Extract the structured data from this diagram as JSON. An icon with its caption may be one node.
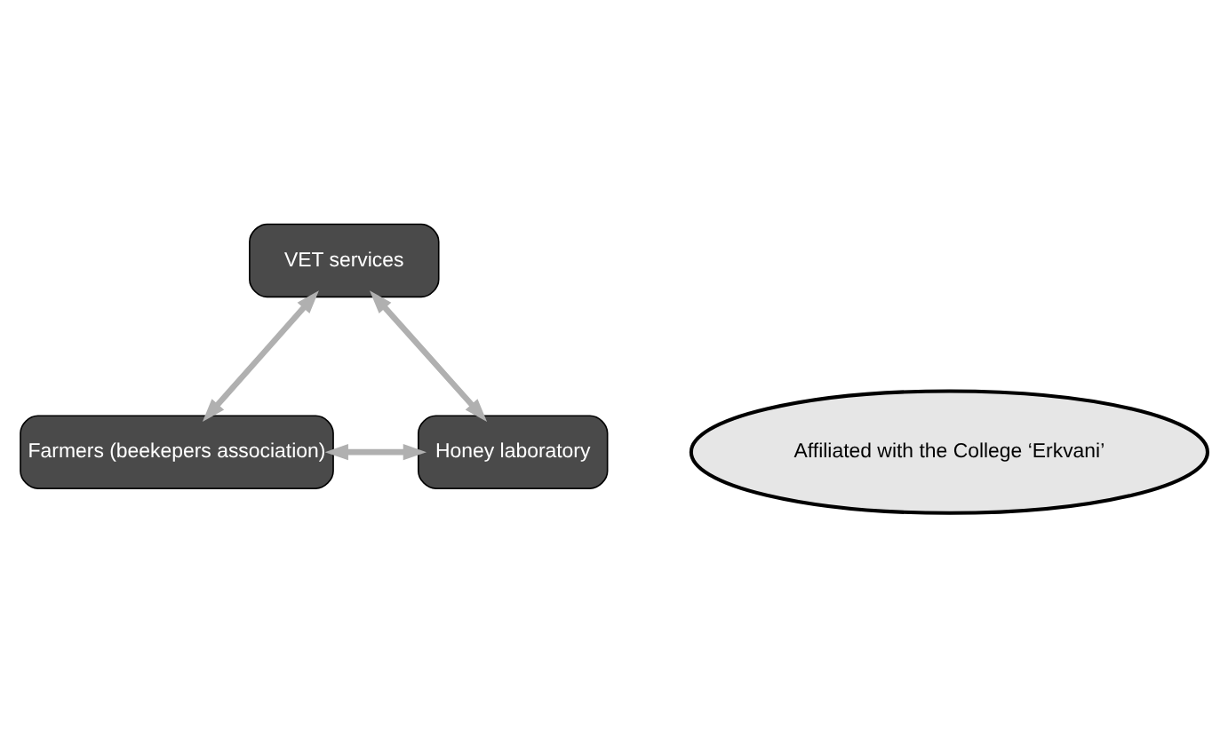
{
  "diagram": {
    "nodes": [
      {
        "text": [
          "VET services"
        ]
      },
      {
        "text": [
          "Honey laboratory"
        ]
      },
      {
        "text": [
          "Farmers (beekepers association)"
        ]
      },
      {
        "text": [
          "Affiliated with the College ‘Erkvani’"
        ]
      }
    ],
    "edges": [
      {
        "from": 0,
        "to": 2,
        "arrow": "both"
      },
      {
        "from": 0,
        "to": 1,
        "arrow": "both"
      },
      {
        "from": 2,
        "to": 1,
        "arrow": "both"
      }
    ]
  }
}
